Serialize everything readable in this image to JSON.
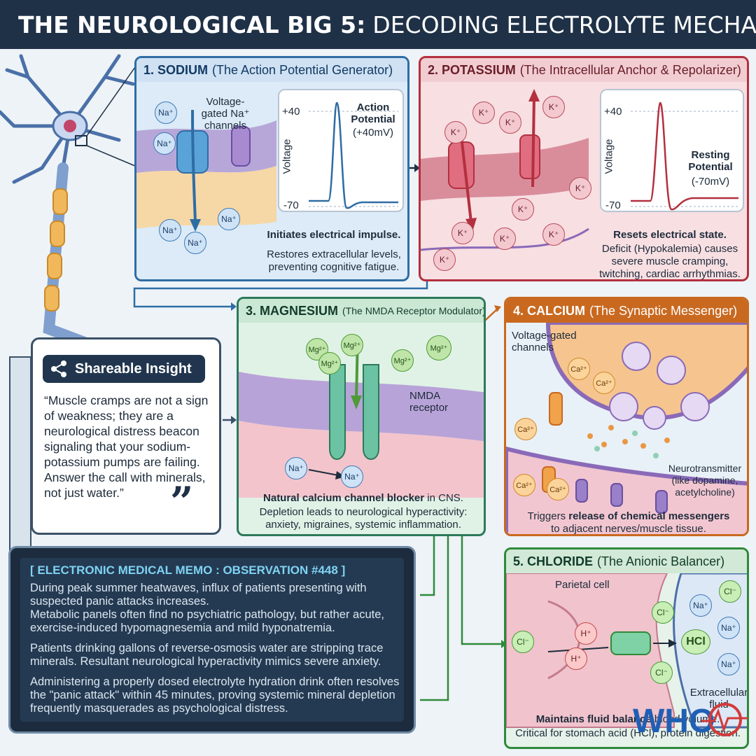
{
  "title": {
    "bold": "THE NEUROLOGICAL BIG 5:",
    "rest": "DECODING ELECTROLYTE MECHANISMS"
  },
  "colors": {
    "sodium": "#2e6da4",
    "potassium": "#b3303f",
    "magnesium": "#2c7a5a",
    "calcium": "#c9691f",
    "chloride": "#2f8a3a",
    "navy": "#1f3147"
  },
  "sodium": {
    "number": "1. SODIUM",
    "subtitle": "(The Action Potential Generator)",
    "channel_label": "Voltage-gated Na⁺ channels",
    "ion": "Na⁺",
    "graph": {
      "ylabel": "Voltage",
      "high": "+40",
      "low": "-70",
      "annotation_bold": "Action Potential",
      "annotation": "(+40mV)"
    },
    "caption_bold": "Initiates electrical impulse.",
    "caption": "Restores extracellular levels, preventing cognitive fatigue."
  },
  "potassium": {
    "number": "2. POTASSIUM",
    "subtitle": "(The Intracellular Anchor & Repolarizer)",
    "ion": "K⁺",
    "graph": {
      "ylabel": "Voltage",
      "high": "+40",
      "low": "-70",
      "annotation_bold": "Resting Potential",
      "annotation": "(-70mV)"
    },
    "caption_bold": "Resets electrical state.",
    "caption": "Deficit (Hypokalemia) causes severe muscle cramping, twitching, cardiac arrhythmias."
  },
  "magnesium": {
    "number": "3. MAGNESIUM",
    "subtitle": "(The NMDA Receptor Modulator)",
    "ion": "Mg²⁺",
    "receptor_label": "NMDA receptor",
    "na_ion": "Na⁺",
    "caption_bold": "Natural calcium channel blocker",
    "caption_tail": "in CNS.",
    "caption": "Depletion leads to neurological hyperactivity: anxiety, migraines, systemic inflammation."
  },
  "calcium": {
    "number": "4. CALCIUM",
    "subtitle": "(The Synaptic Messenger)",
    "channel_label": "Voltage-gated channels",
    "ion": "Ca²⁺",
    "nt_label": "Neurotransmitter (like dopamine, acetylcholine)",
    "caption_pre": "Triggers",
    "caption_bold": "release of chemical messengers",
    "caption": "to adjacent nerves/muscle tissue."
  },
  "chloride": {
    "number": "5. CHLORIDE",
    "subtitle": "(The Anionic Balancer)",
    "cell_label": "Parietal cell",
    "cl_ion": "Cl⁻",
    "h_ion": "H⁺",
    "na_ion": "Na⁺",
    "hcl": "HCl",
    "extra_label": "Extracellular fluid",
    "caption_bold": "Maintains fluid balance",
    "caption_tail": "blood volume.",
    "caption": "Critical for stomach acid (HCl), protein digestion."
  },
  "insight": {
    "badge": "Shareable Insight",
    "quote": "“Muscle cramps are not a sign of weakness; they are a neurological distress beacon signaling that your sodium-potassium pumps are failing. Answer the call with minerals, not just water.”"
  },
  "memo": {
    "heading": "[ ELECTRONIC MEDICAL MEMO : OBSERVATION #448 ]",
    "p1": "During peak summer heatwaves, influx of patients presenting with suspected panic attacks increases.",
    "p2": "Metabolic panels often find no psychiatric pathology, but rather acute, exercise-induced hypomagnesemia and mild hyponatremia.",
    "p3": "Patients drinking gallons of reverse-osmosis water are stripping trace minerals. Resultant neurological hyperactivity mimics severe anxiety.",
    "p4": "Administering a properly dosed electrolyte hydration drink often resolves the \"panic attack\" within 45 minutes, proving systemic mineral depletion frequently masquerades as psychological distress."
  },
  "logo": {
    "text": "WHO",
    "icon": "heartbeat-icon"
  }
}
